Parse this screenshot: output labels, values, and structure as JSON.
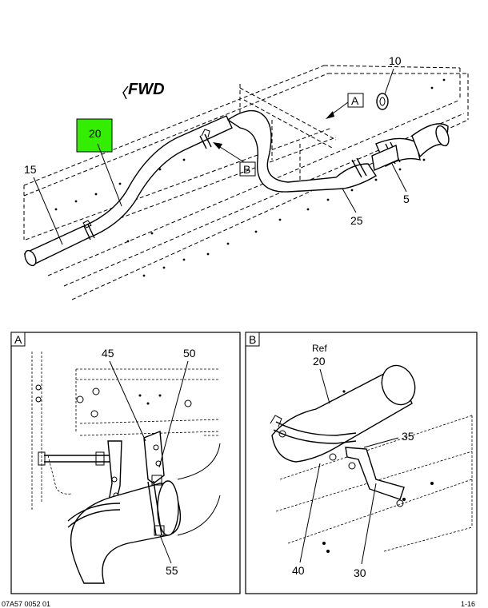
{
  "main_view": {
    "fwd": "FWD",
    "callouts": {
      "c10": "10",
      "c20": "20",
      "c15": "15",
      "c5": "5",
      "c25": "25"
    },
    "view_refs": {
      "a": "A",
      "b": "B"
    },
    "highlight_color": "#33ee00"
  },
  "detail_a": {
    "tag": "A",
    "callouts": {
      "c45": "45",
      "c50": "50",
      "c55": "55"
    }
  },
  "detail_b": {
    "tag": "B",
    "ref_text": "Ref",
    "callouts": {
      "c20": "20",
      "c35": "35",
      "c40": "40",
      "c30": "30"
    }
  },
  "footer": {
    "left": "07A57 0052 01",
    "right": "1-16"
  }
}
